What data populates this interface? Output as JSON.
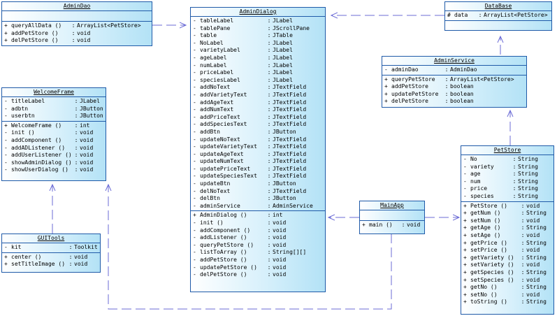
{
  "diagram": {
    "classes": {
      "admin_dao": {
        "name": "AdminDao",
        "attributes": [],
        "methods": [
          {
            "vis": "+",
            "name": "queryAllData ()",
            "type": "ArrayList<PetStore>"
          },
          {
            "vis": "+",
            "name": "addPetStore ()",
            "type": "void"
          },
          {
            "vis": "+",
            "name": "delPetStore ()",
            "type": "void"
          }
        ]
      },
      "admin_dialog": {
        "name": "AdminDialog",
        "attributes": [
          {
            "vis": "-",
            "name": "tableLabel",
            "type": "JLabel"
          },
          {
            "vis": "-",
            "name": "tablePane",
            "type": "JScrollPane"
          },
          {
            "vis": "-",
            "name": "table",
            "type": "JTable"
          },
          {
            "vis": "-",
            "name": "NoLabel",
            "type": "JLabel"
          },
          {
            "vis": "-",
            "name": "varietyLabel",
            "type": "JLabel"
          },
          {
            "vis": "-",
            "name": "ageLabel",
            "type": "JLabel"
          },
          {
            "vis": "-",
            "name": "numLabel",
            "type": "JLabel"
          },
          {
            "vis": "-",
            "name": "priceLabel",
            "type": "JLabel"
          },
          {
            "vis": "-",
            "name": "speciesLabel",
            "type": "JLabel"
          },
          {
            "vis": "-",
            "name": "addNoText",
            "type": "JTextField"
          },
          {
            "vis": "-",
            "name": "addVarietyText",
            "type": "JTextField"
          },
          {
            "vis": "-",
            "name": "addAgeText",
            "type": "JTextField"
          },
          {
            "vis": "-",
            "name": "addNumText",
            "type": "JTextField"
          },
          {
            "vis": "-",
            "name": "addPriceText",
            "type": "JTextField"
          },
          {
            "vis": "-",
            "name": "addSpeciesText",
            "type": "JTextField"
          },
          {
            "vis": "-",
            "name": "addBtn",
            "type": "JButton"
          },
          {
            "vis": "-",
            "name": "updateNoText",
            "type": "JTextField"
          },
          {
            "vis": "-",
            "name": "updateVarietyText",
            "type": "JTextField"
          },
          {
            "vis": "-",
            "name": "updateAgeText",
            "type": "JTextField"
          },
          {
            "vis": "-",
            "name": "updateNumText",
            "type": "JTextField"
          },
          {
            "vis": "-",
            "name": "updatePriceText",
            "type": "JTextField"
          },
          {
            "vis": "-",
            "name": "updateSpeciesText",
            "type": "JTextField"
          },
          {
            "vis": "-",
            "name": "updateBtn",
            "type": "JButton"
          },
          {
            "vis": "-",
            "name": "delNoText",
            "type": "JTextField"
          },
          {
            "vis": "-",
            "name": "delBtn",
            "type": "JButton"
          },
          {
            "vis": "-",
            "name": "adminService",
            "type": "AdminService"
          }
        ],
        "methods": [
          {
            "vis": "+",
            "name": "AdminDialog ()",
            "type": "int"
          },
          {
            "vis": "-",
            "name": "init ()",
            "type": "void"
          },
          {
            "vis": "-",
            "name": "addComponent ()",
            "type": "void"
          },
          {
            "vis": "-",
            "name": "addListener ()",
            "type": "void"
          },
          {
            "vis": "-",
            "name": "queryPetStore ()",
            "type": "void"
          },
          {
            "vis": "-",
            "name": "listToArray ()",
            "type": "String[][]"
          },
          {
            "vis": "-",
            "name": "addPetStore ()",
            "type": "void"
          },
          {
            "vis": "-",
            "name": "updatePetStore ()",
            "type": "void"
          },
          {
            "vis": "-",
            "name": "delPetStore ()",
            "type": "void"
          }
        ]
      },
      "database": {
        "name": "DataBase",
        "attributes": [
          {
            "vis": "#",
            "name": "data",
            "type": "ArrayList<PetStore>"
          }
        ],
        "methods": []
      },
      "admin_service": {
        "name": "AdminService",
        "attributes": [
          {
            "vis": "-",
            "name": "adminDao",
            "type": "AdminDao"
          }
        ],
        "methods": [
          {
            "vis": "+",
            "name": "queryPetStore",
            "type": "ArrayList<PetStore>"
          },
          {
            "vis": "+",
            "name": "addPetStore",
            "type": "boolean"
          },
          {
            "vis": "+",
            "name": "updatePetStore",
            "type": "boolean"
          },
          {
            "vis": "+",
            "name": "delPetStore",
            "type": "boolean"
          }
        ]
      },
      "welcome_frame": {
        "name": "WelcomeFrame",
        "attributes": [
          {
            "vis": "-",
            "name": "titleLabel",
            "type": "JLabel"
          },
          {
            "vis": "-",
            "name": "adbtn",
            "type": "JButton"
          },
          {
            "vis": "-",
            "name": "userbtn",
            "type": "JButton"
          }
        ],
        "methods": [
          {
            "vis": "+",
            "name": "WelcomeFrame ()",
            "type": "int"
          },
          {
            "vis": "-",
            "name": "init ()",
            "type": "void"
          },
          {
            "vis": "-",
            "name": "addComponent ()",
            "type": "void"
          },
          {
            "vis": "-",
            "name": "addADListener ()",
            "type": "void"
          },
          {
            "vis": "-",
            "name": "addUserListener ()",
            "type": "void"
          },
          {
            "vis": "-",
            "name": "showAdminDialog ()",
            "type": "void"
          },
          {
            "vis": "-",
            "name": "showUserDialog ()",
            "type": "void"
          }
        ]
      },
      "gui_tools": {
        "name": "GUITools",
        "attributes": [
          {
            "vis": "-",
            "name": "kit",
            "type": "Toolkit"
          }
        ],
        "methods": [
          {
            "vis": "+",
            "name": "center ()",
            "type": "void"
          },
          {
            "vis": "+",
            "name": "setTitleImage ()",
            "type": "void"
          }
        ]
      },
      "main_app": {
        "name": "MainApp",
        "attributes": [],
        "methods": [
          {
            "vis": "+",
            "name": "main ()",
            "type": "void"
          }
        ]
      },
      "pet_store": {
        "name": "PetStore",
        "attributes": [
          {
            "vis": "-",
            "name": "No",
            "type": "String"
          },
          {
            "vis": "-",
            "name": "variety",
            "type": "String"
          },
          {
            "vis": "-",
            "name": "age",
            "type": "String"
          },
          {
            "vis": "-",
            "name": "num",
            "type": "String"
          },
          {
            "vis": "-",
            "name": "price",
            "type": "String"
          },
          {
            "vis": "-",
            "name": "species",
            "type": "String"
          }
        ],
        "methods": [
          {
            "vis": "+",
            "name": "PetStore ()",
            "type": "void"
          },
          {
            "vis": "+",
            "name": "getNum ()",
            "type": "String"
          },
          {
            "vis": "+",
            "name": "setNum ()",
            "type": "void"
          },
          {
            "vis": "+",
            "name": "getAge ()",
            "type": "String"
          },
          {
            "vis": "+",
            "name": "setAge ()",
            "type": "void"
          },
          {
            "vis": "+",
            "name": "getPrice ()",
            "type": "String"
          },
          {
            "vis": "+",
            "name": "setPrice ()",
            "type": "void"
          },
          {
            "vis": "+",
            "name": "getVariety ()",
            "type": "String"
          },
          {
            "vis": "+",
            "name": "setVariety ()",
            "type": "void"
          },
          {
            "vis": "+",
            "name": "getSpecies ()",
            "type": "String"
          },
          {
            "vis": "+",
            "name": "setSpecies ()",
            "type": "void"
          },
          {
            "vis": "+",
            "name": "getNo ()",
            "type": "String"
          },
          {
            "vis": "+",
            "name": "setNo ()",
            "type": "void"
          },
          {
            "vis": "+",
            "name": "toString ()",
            "type": "String"
          }
        ]
      }
    },
    "colors": {
      "border": "#1f5aa8",
      "fill_start": "#ffffff",
      "fill_end": "#b3e2f6",
      "connector": "#6b6bd6"
    }
  }
}
